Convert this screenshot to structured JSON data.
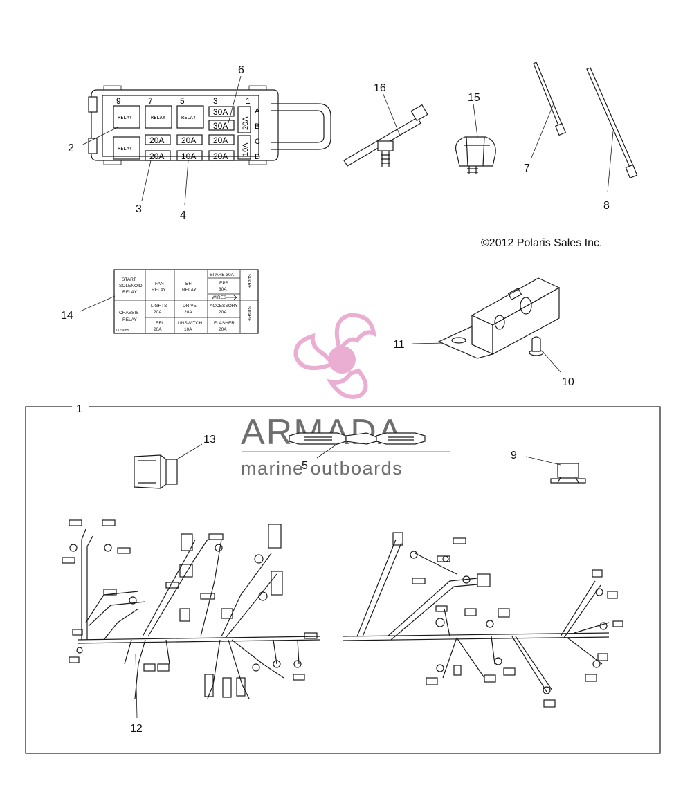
{
  "copyright": "©2012 Polaris Sales Inc.",
  "watermark": {
    "brand": "ARMADA",
    "tagline": "marine outboards",
    "brand_color": "#e8a6cf",
    "text_color": "#6e6e6e"
  },
  "callouts": {
    "c1": "1",
    "c2": "2",
    "c3": "3",
    "c4": "4",
    "c5": "5",
    "c6": "6",
    "c7": "7",
    "c8": "8",
    "c9": "9",
    "c10": "10",
    "c11": "11",
    "c12": "12",
    "c13": "13",
    "c14": "14",
    "c15": "15",
    "c16": "16"
  },
  "fuse_box": {
    "col_nums": [
      "9",
      "7",
      "5",
      "3",
      "1"
    ],
    "row_letters": [
      "A",
      "B",
      "C",
      "D"
    ],
    "relays": [
      "RELAY",
      "RELAY",
      "RELAY",
      "RELAY"
    ],
    "fuses": {
      "f30a_1": "30A",
      "f30a_2": "30A",
      "f20a_v": "20A",
      "f20a_1": "20A",
      "f20a_2": "20A",
      "f20a_3": "20A",
      "f20a_4": "20A",
      "f10a_1": "10A",
      "f20a_5": "20A",
      "f10a_v": "10A"
    }
  },
  "decal": {
    "start_relay": [
      "START",
      "SOLENOID",
      "RELAY"
    ],
    "fan_relay": [
      "FAN",
      "RELAY"
    ],
    "efi_relay": [
      "EFI",
      "RELAY"
    ],
    "spare_30a": "SPARE 30A",
    "eps": [
      "EPS",
      "30A"
    ],
    "wires": "WIRES",
    "spare_v1": "SPARE",
    "chassis_relay": [
      "CHASSIS",
      "RELAY"
    ],
    "lights": [
      "LIGHTS",
      "20A"
    ],
    "drive": [
      "DRIVE",
      "20A"
    ],
    "accessory": [
      "ACCESSORY",
      "20A"
    ],
    "efi_fuse": [
      "EFI",
      "20A"
    ],
    "unswitch": [
      "UNSWITCH",
      "10A"
    ],
    "flasher": [
      "FLASHER",
      "20A"
    ],
    "spare_v2": "SPARE",
    "part_no": "7175685"
  }
}
